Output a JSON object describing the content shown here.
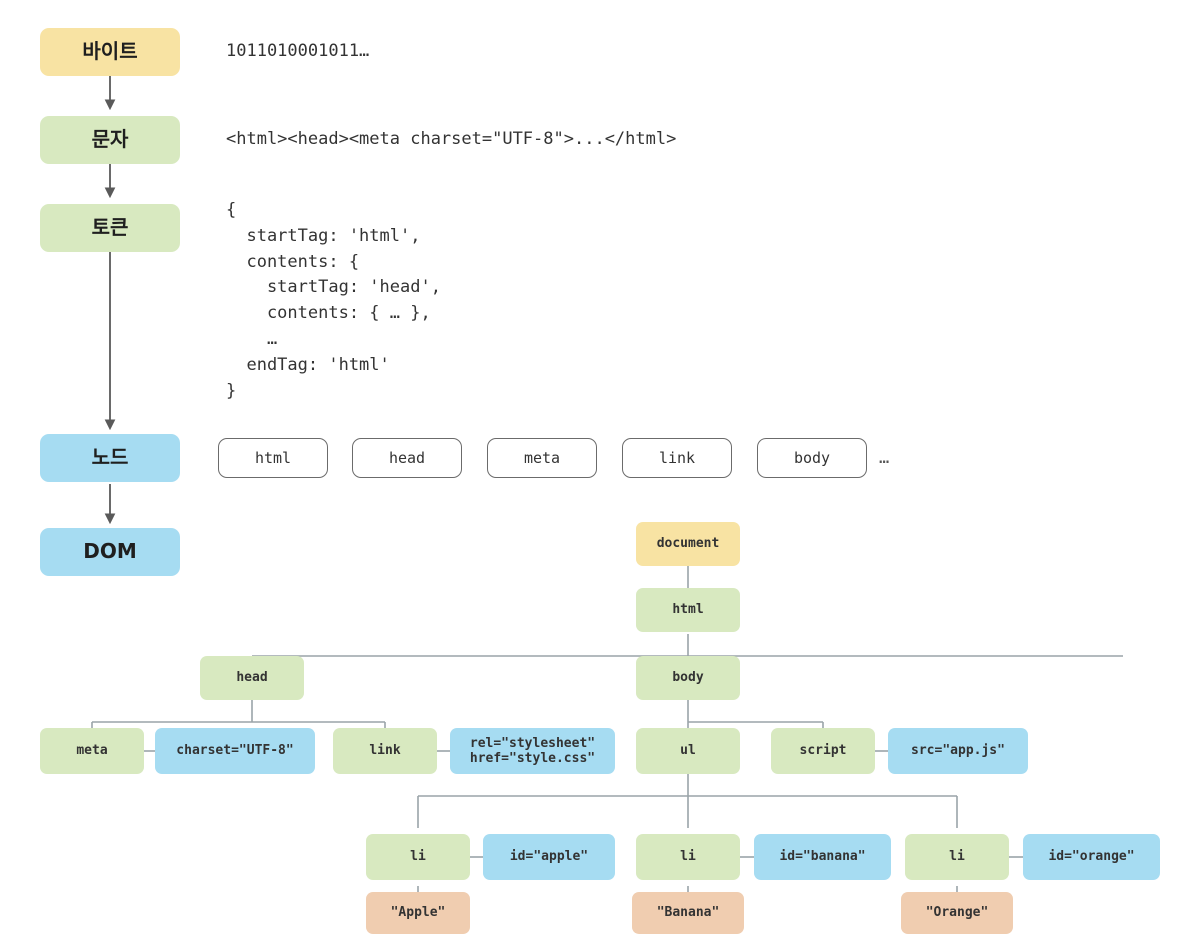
{
  "diagram": {
    "title": "HTML parsing pipeline to DOM",
    "colors": {
      "yellow": "#f8e3a3",
      "green": "#d8e9c0",
      "blue": "#a6dcf2",
      "orange": "#f0cdb0",
      "wire": "#9aa3a8",
      "arrow": "#5a5a5a",
      "pill_border": "#6b6b6b",
      "text": "#333333",
      "background": "#ffffff"
    }
  },
  "pipeline": {
    "stages": [
      {
        "label": "바이트",
        "color": "yellow"
      },
      {
        "label": "문자",
        "color": "green"
      },
      {
        "label": "토큰",
        "color": "green"
      },
      {
        "label": "노드",
        "color": "blue"
      },
      {
        "label": "DOM",
        "color": "blue"
      }
    ]
  },
  "samples": {
    "bytes": "1011010001011…",
    "characters": "<html><head><meta charset=\"UTF-8\">...</html>",
    "tokens": "{\n  startTag: 'html',\n  contents: {\n    startTag: 'head',\n    contents: { … },\n    …\n  endTag: 'html'\n}",
    "nodes": [
      {
        "label": "html"
      },
      {
        "label": "head"
      },
      {
        "label": "meta"
      },
      {
        "label": "link"
      },
      {
        "label": "body"
      }
    ],
    "nodes_ellipsis": "…"
  },
  "dom_tree": {
    "nodes": [
      {
        "id": "document",
        "label": "document",
        "color": "yellow"
      },
      {
        "id": "html",
        "label": "html",
        "color": "green"
      },
      {
        "id": "head",
        "label": "head",
        "color": "green"
      },
      {
        "id": "body",
        "label": "body",
        "color": "green"
      },
      {
        "id": "meta",
        "label": "meta",
        "color": "green"
      },
      {
        "id": "meta_attr",
        "label": "charset=\"UTF-8\"",
        "color": "blue"
      },
      {
        "id": "link",
        "label": "link",
        "color": "green"
      },
      {
        "id": "link_attr",
        "label": "rel=\"stylesheet\"\nhref=\"style.css\"",
        "color": "blue"
      },
      {
        "id": "ul",
        "label": "ul",
        "color": "green"
      },
      {
        "id": "script",
        "label": "script",
        "color": "green"
      },
      {
        "id": "script_attr",
        "label": "src=\"app.js\"",
        "color": "blue"
      },
      {
        "id": "li_apple",
        "label": "li",
        "color": "green"
      },
      {
        "id": "li_apple_attr",
        "label": "id=\"apple\"",
        "color": "blue"
      },
      {
        "id": "text_apple",
        "label": "\"Apple\"",
        "color": "orange"
      },
      {
        "id": "li_banana",
        "label": "li",
        "color": "green"
      },
      {
        "id": "li_banana_attr",
        "label": "id=\"banana\"",
        "color": "blue"
      },
      {
        "id": "text_banana",
        "label": "\"Banana\"",
        "color": "orange"
      },
      {
        "id": "li_orange",
        "label": "li",
        "color": "green"
      },
      {
        "id": "li_orange_attr",
        "label": "id=\"orange\"",
        "color": "blue"
      },
      {
        "id": "text_orange",
        "label": "\"Orange\"",
        "color": "orange"
      }
    ]
  }
}
